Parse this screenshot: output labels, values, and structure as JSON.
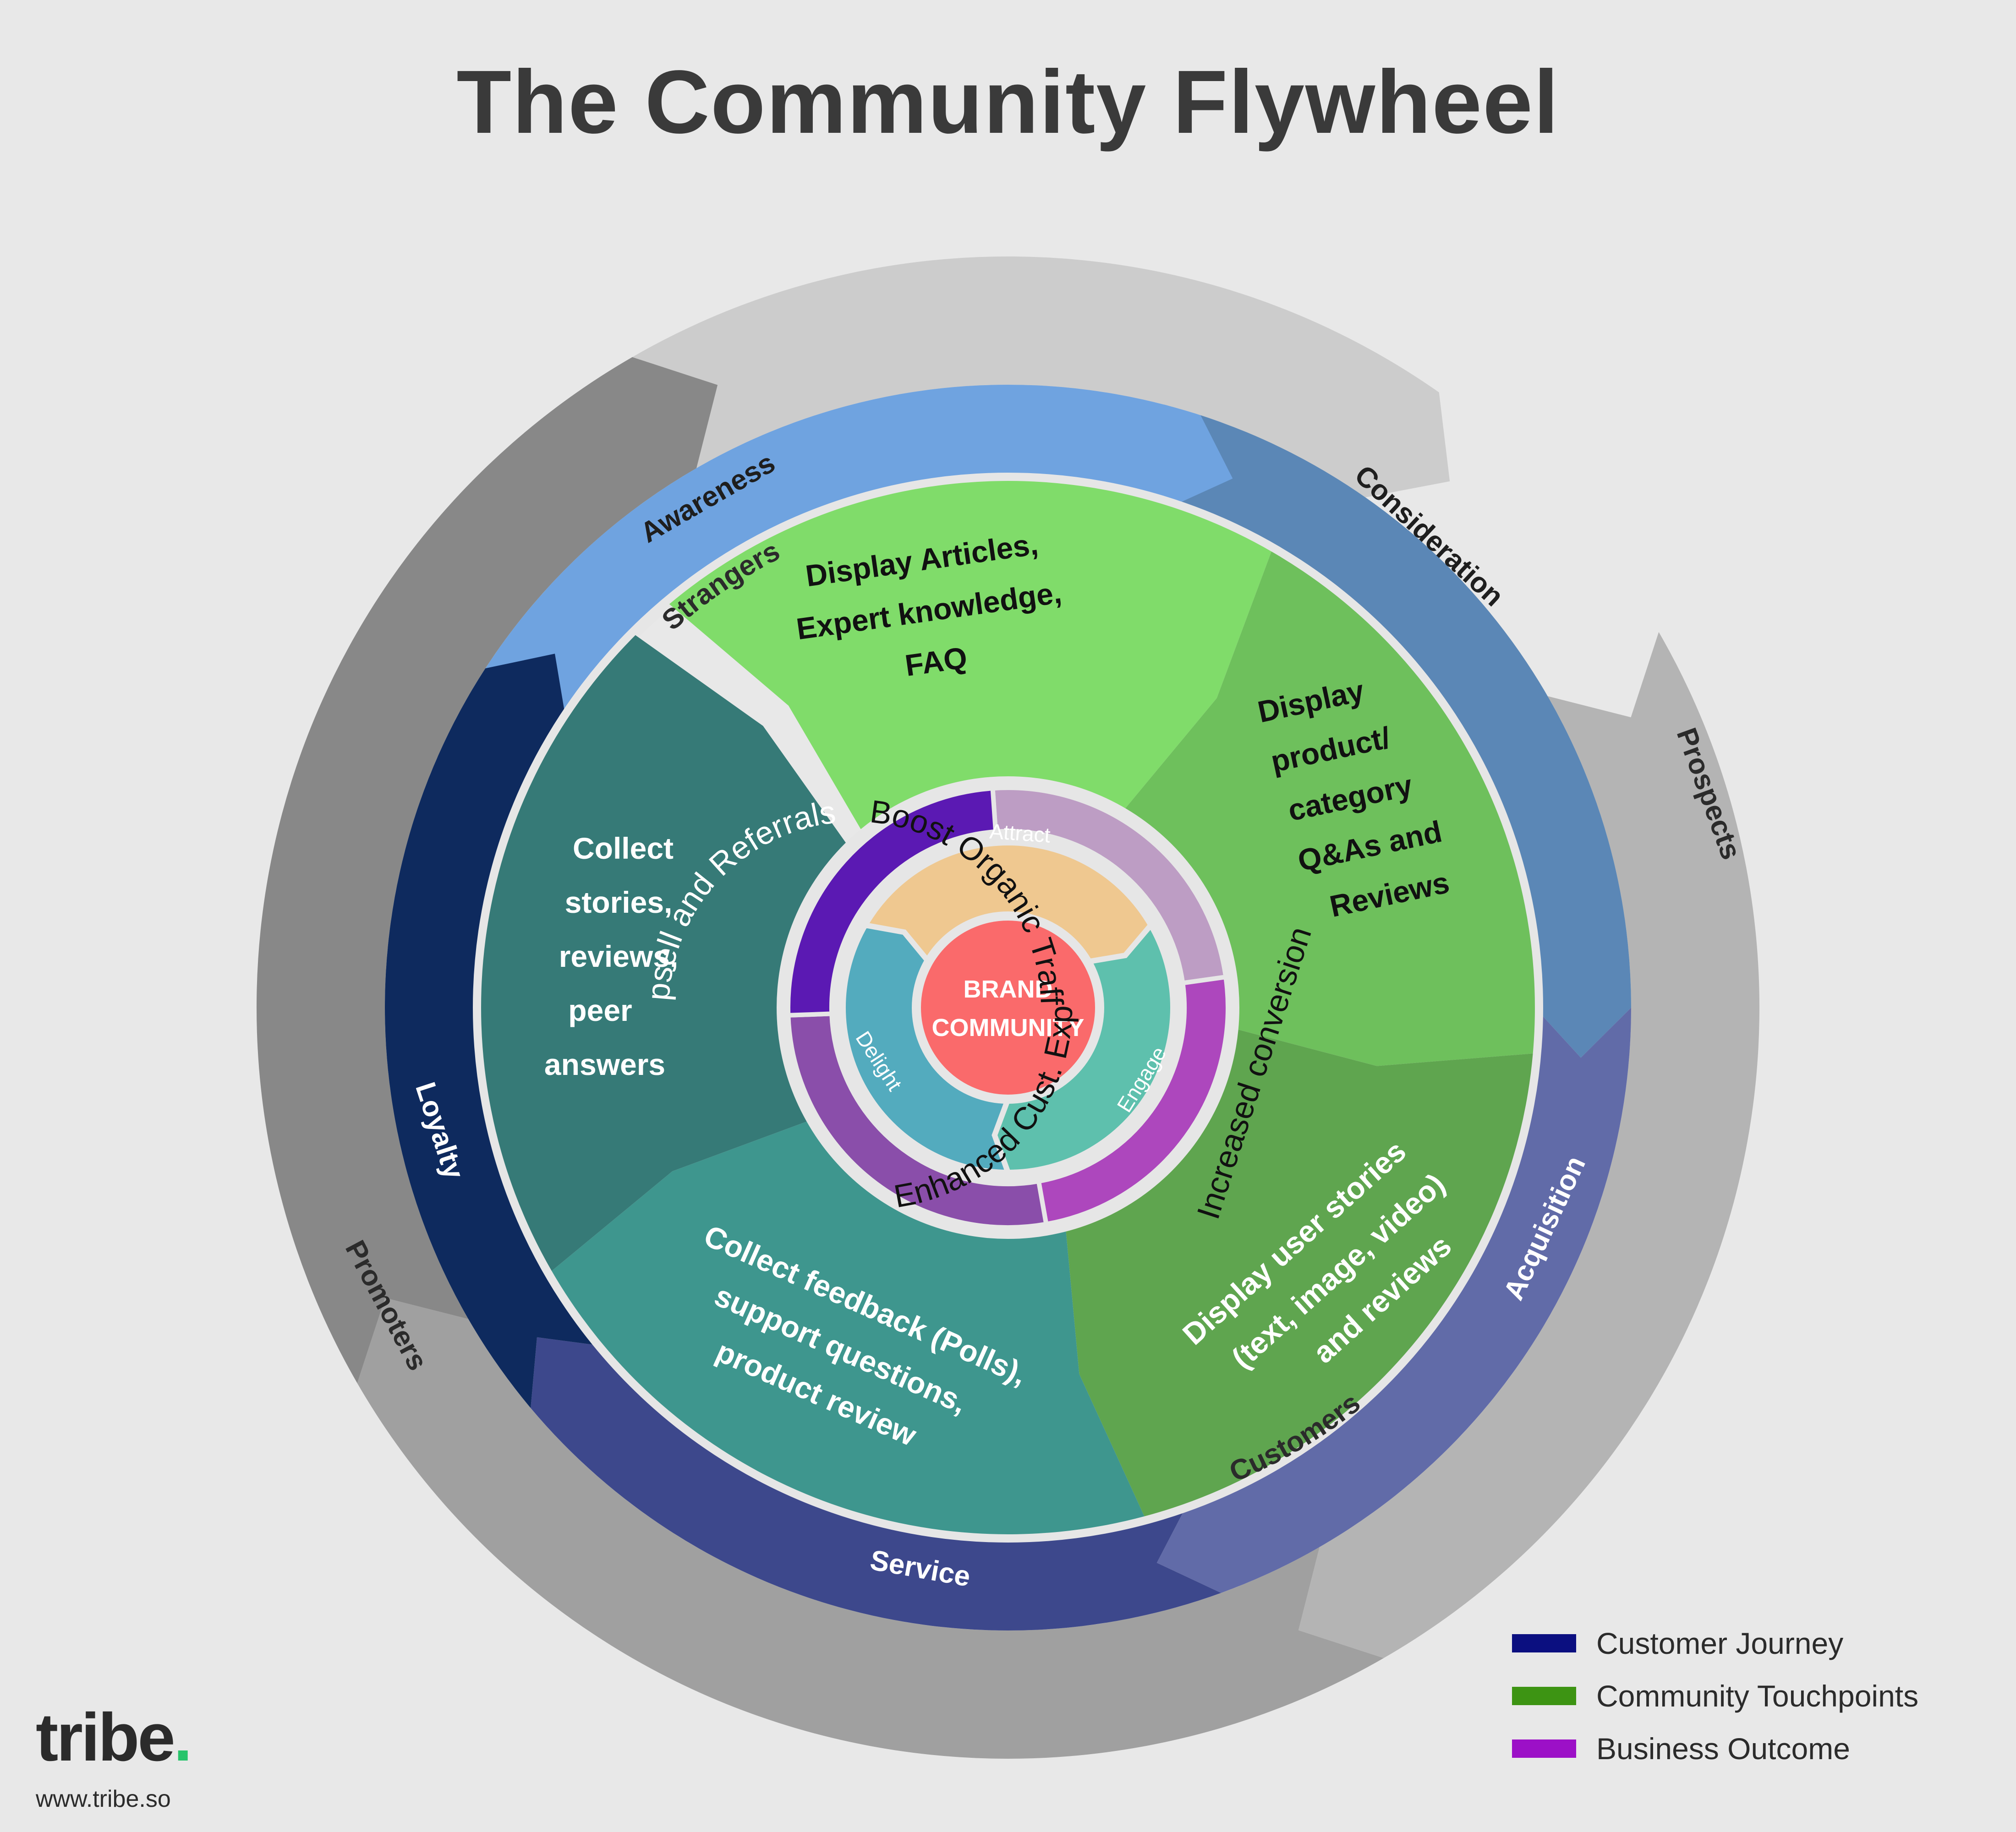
{
  "title": "The Community Flywheel",
  "outer_ring": {
    "labels": [
      "Strangers",
      "Prospects",
      "Customers",
      "Promoters"
    ],
    "colors": [
      "#cccccc",
      "#b4b4b4",
      "#a0a0a0",
      "#888888"
    ]
  },
  "customer_journey": {
    "labels": [
      "Awareness",
      "Consideration",
      "Acquisition",
      "Service",
      "Loyalty"
    ],
    "colors": [
      "#6fa3e0",
      "#5b87b6",
      "#616ba8",
      "#3d488c",
      "#0e2a5e"
    ]
  },
  "touchpoints": {
    "labels": [
      [
        "Display Articles,",
        "Expert knowledge,",
        "FAQ"
      ],
      [
        "Display",
        "product/",
        "category",
        "Q&As and",
        "Reviews"
      ],
      [
        "Display user stories",
        "(text, image, video)",
        "and reviews"
      ],
      [
        "Collect feedback (Polls),",
        "support questions,",
        "product review"
      ],
      [
        "Collect",
        "stories,",
        "reviews,",
        "peer",
        "answers"
      ]
    ],
    "colors": [
      "#80dc6a",
      "#6ec05c",
      "#5fa54f",
      "#3e968e",
      "#367a77"
    ]
  },
  "business_outcome": {
    "labels": [
      "Boost Organic Traffic",
      "Increased conversion",
      "Enhanced Cust. Exper.",
      "Upsell and Referrals"
    ],
    "colors": [
      "#bd9dc4",
      "#ad47bd",
      "#8a4eaa",
      "#5b19b3"
    ]
  },
  "inner_cycle": {
    "labels": [
      "Attract",
      "Engage",
      "Delight"
    ],
    "colors": [
      "#efc890",
      "#5ec0ad",
      "#53abbe"
    ]
  },
  "center": {
    "line1": "BRAND",
    "line2": "COMMUNITY",
    "color": "#fa6a6b"
  },
  "legend": [
    {
      "label": "Customer Journey",
      "color": "#0b0f80"
    },
    {
      "label": "Community Touchpoints",
      "color": "#3d9413"
    },
    {
      "label": "Business Outcome",
      "color": "#9c10c7"
    }
  ],
  "brand": {
    "logo": "tribe",
    "url": "www.tribe.so"
  }
}
